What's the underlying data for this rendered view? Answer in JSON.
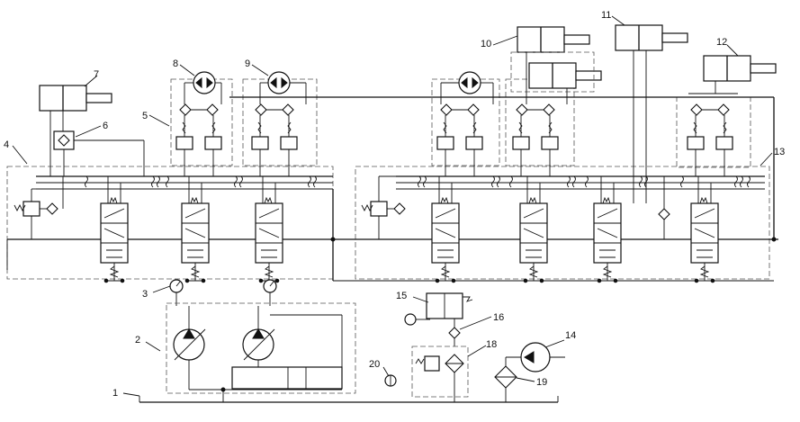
{
  "diagram": {
    "callouts": [
      {
        "id": "c1",
        "text": "1"
      },
      {
        "id": "c2",
        "text": "2"
      },
      {
        "id": "c3",
        "text": "3"
      },
      {
        "id": "c4",
        "text": "4"
      },
      {
        "id": "c5",
        "text": "5"
      },
      {
        "id": "c6",
        "text": "6"
      },
      {
        "id": "c7",
        "text": "7"
      },
      {
        "id": "c8",
        "text": "8"
      },
      {
        "id": "c9",
        "text": "9"
      },
      {
        "id": "c10",
        "text": "10"
      },
      {
        "id": "c11",
        "text": "11"
      },
      {
        "id": "c12",
        "text": "12"
      },
      {
        "id": "c13",
        "text": "13"
      },
      {
        "id": "c14",
        "text": "14"
      },
      {
        "id": "c15",
        "text": "15"
      },
      {
        "id": "c16",
        "text": "16"
      },
      {
        "id": "c18",
        "text": "18"
      },
      {
        "id": "c19",
        "text": "19"
      },
      {
        "id": "c20",
        "text": "20"
      }
    ]
  }
}
